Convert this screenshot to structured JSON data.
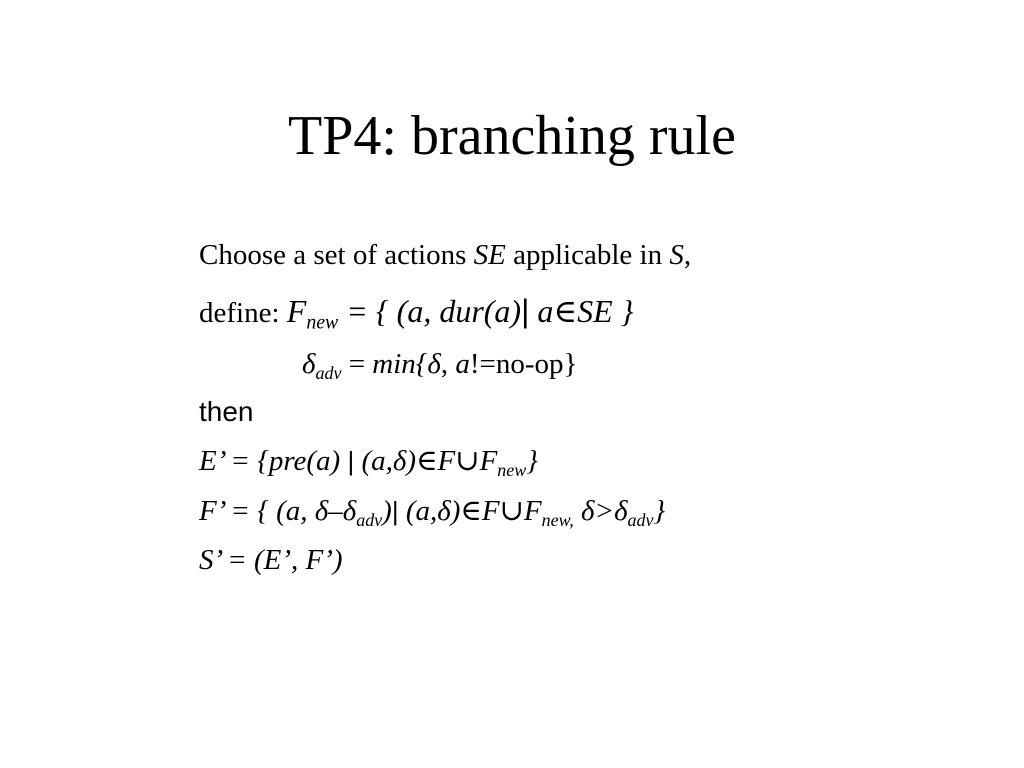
{
  "slide": {
    "title": "TP4: branching rule",
    "line1": {
      "t1": "Choose a set of actions ",
      "se": "SE",
      "t2": " applicable in ",
      "s": "S",
      "t3": ","
    },
    "line2": {
      "t1": "define: ",
      "f": "F",
      "new": "new",
      "t2": " = { (a, dur(a)",
      "bar": "|",
      "t3": " a",
      "elem": "∈",
      "t4": "SE }"
    },
    "line3": {
      "delta": "δ",
      "adv": "adv",
      "t1": " = ",
      "min": "min{",
      "delta2": "δ",
      "t2": ", ",
      "a": "a",
      "t3": "!=no-op}"
    },
    "line4": {
      "text": "then"
    },
    "line5": {
      "t1": "E’ = {pre(a) ",
      "bar": "|",
      "t2": " (a,",
      "delta": "δ",
      "t3": ")",
      "elem": "∈",
      "t4": "F",
      "union": "∪",
      "t5": "F",
      "new": "new",
      "t6": "}"
    },
    "line6": {
      "t1": "F’ = { (a, ",
      "delta": "δ",
      "minus": "–",
      "delta2": "δ",
      "adv": "adv",
      "t2": ")",
      "bar": "|",
      "t3": " (a,",
      "delta3": "δ",
      "t4": ")",
      "elem": "∈",
      "t5": "F",
      "union": "∪",
      "t6": "F",
      "new": "new,",
      "t7": " ",
      "delta4": "δ",
      "gt": ">",
      "delta5": "δ",
      "adv2": "adv",
      "t8": "}"
    },
    "line7": {
      "text": "S’ = (E’, F’)"
    }
  }
}
